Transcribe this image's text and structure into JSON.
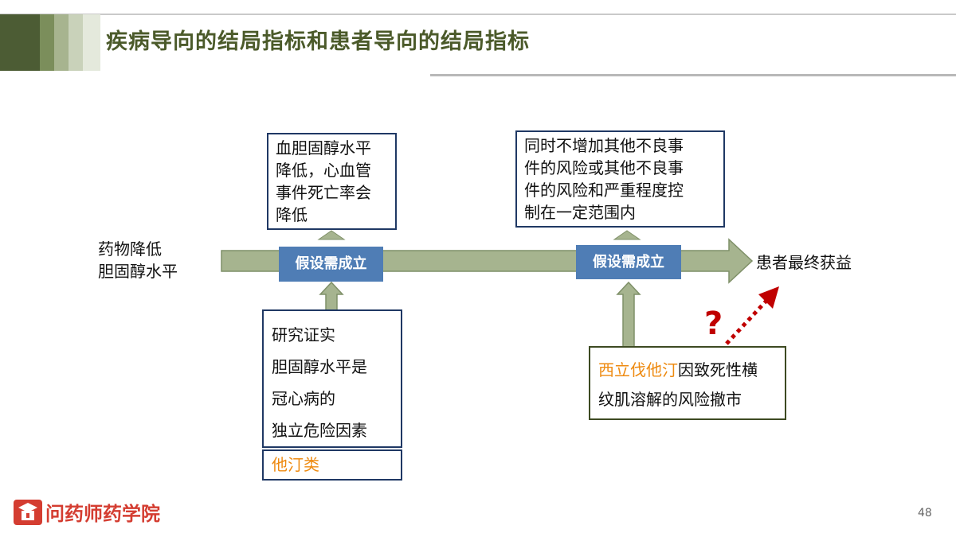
{
  "title": "疾病导向的结局指标和患者导向的结局指标",
  "left_label": [
    "药物降低",
    "胆固醇水平"
  ],
  "right_label": "患者最终获益",
  "assumption_label_1": "假设需成立",
  "assumption_label_2": "假设需成立",
  "top_box_1": [
    "血胆固醇水平",
    "降低，心血管",
    "事件死亡率会",
    "降低"
  ],
  "top_box_2": [
    "同时不增加其他不良事",
    "件的风险或其他不良事",
    "件的风险和严重程度控",
    "制在一定范围内"
  ],
  "bottom_box_1": [
    "研究证实",
    "胆固醇水平是",
    "冠心病的",
    "独立危险因素"
  ],
  "bottom_box_1_drug": "他汀类",
  "bottom_box_2": {
    "drug": "西立伐他汀",
    "line1_rest": "因致死性横",
    "line2": "纹肌溶解的风险撤市"
  },
  "question_mark": "?",
  "logo": "问药师药学院",
  "page_number": "48",
  "colors": {
    "arrow_fill": "#a6b48f",
    "arrow_stroke": "#7f9068",
    "box_border": "#1f3864",
    "box_border_dark_green": "#3d4a22",
    "blue_label": "#4f7db5",
    "orange": "#ee8a10",
    "red": "#c00000",
    "logo_red": "#d43d31"
  }
}
